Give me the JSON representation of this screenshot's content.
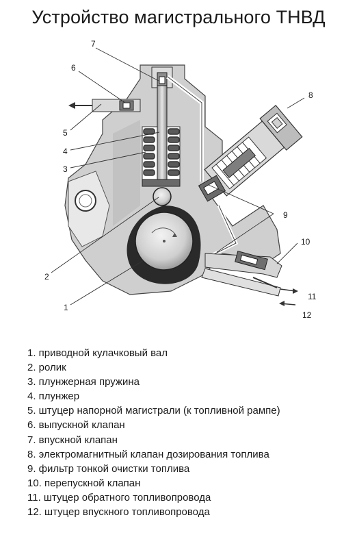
{
  "title": "Устройство магистрального ТНВД",
  "callouts": [
    "1",
    "2",
    "3",
    "4",
    "5",
    "6",
    "7",
    "8",
    "9",
    "10",
    "11",
    "12"
  ],
  "legend": [
    "1. приводной кулачковый вал",
    "2. ролик",
    "3. плунжерная пружина",
    "4. плунжер",
    "5. штуцер напорной магистрали (к топливной рампе)",
    "6. выпускной клапан",
    "7. впускной клапан",
    "8. электромагнитный клапан дозирования топлива",
    "9. фильтр тонкой очистки топлива",
    "10. перепускной клапан",
    "11. штуцер обратного топливопровода",
    "12. штуцер впускного топливопровода"
  ]
}
